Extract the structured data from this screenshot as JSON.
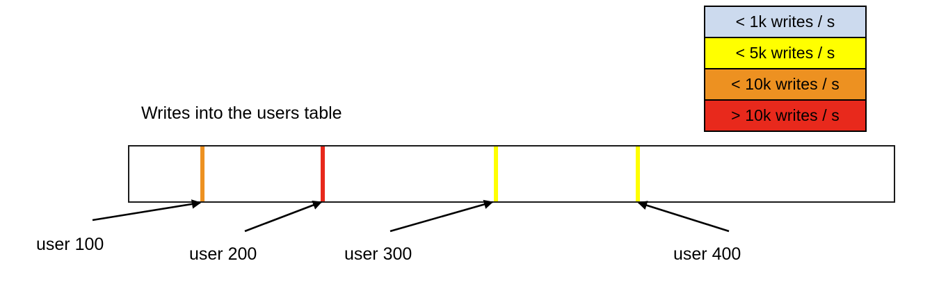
{
  "chart_data": {
    "type": "bar",
    "title": "Writes into the users table",
    "subtitle": "",
    "xlabel": "",
    "ylabel": "",
    "orientation": "horizontal",
    "description": "A single horizontal range bar representing the users table keyspace, shaded by write throughput, with colored vertical markers at individual hot user rows.",
    "base_color": "#ccdaee",
    "base_category": "< 1k writes / s",
    "categories": [
      "< 1k writes / s",
      "< 5k writes / s",
      "< 10k writes / s",
      "> 10k writes / s"
    ],
    "markers": [
      {
        "label": "user 100",
        "color": "#ed9121",
        "category": "< 10k writes / s",
        "position_pct": 9.6
      },
      {
        "label": "user 200",
        "color": "#e8291c",
        "category": "> 10k writes / s",
        "position_pct": 25.2
      },
      {
        "label": "user 300",
        "color": "#ffff00",
        "category": "< 5k writes / s",
        "position_pct": 47.6
      },
      {
        "label": "user 400",
        "color": "#ffff00",
        "category": "< 5k writes / s",
        "position_pct": 66.2
      }
    ]
  },
  "legend": {
    "position": "top-right",
    "rows": [
      {
        "label": "< 1k writes / s",
        "color": "#ccdaee"
      },
      {
        "label": "< 5k writes / s",
        "color": "#ffff00"
      },
      {
        "label": "< 10k writes / s",
        "color": "#ed9121"
      },
      {
        "label": "> 10k writes / s",
        "color": "#e8291c"
      }
    ]
  },
  "bar": {
    "title": "Writes into the users table",
    "fill_color": "#ccdaee",
    "border_color": "#1a1a1a"
  },
  "annotations": [
    {
      "label": "user 100",
      "color": "#ed9121"
    },
    {
      "label": "user 200",
      "color": "#e8291c"
    },
    {
      "label": "user 300",
      "color": "#ffff00"
    },
    {
      "label": "user 400",
      "color": "#ffff00"
    }
  ]
}
